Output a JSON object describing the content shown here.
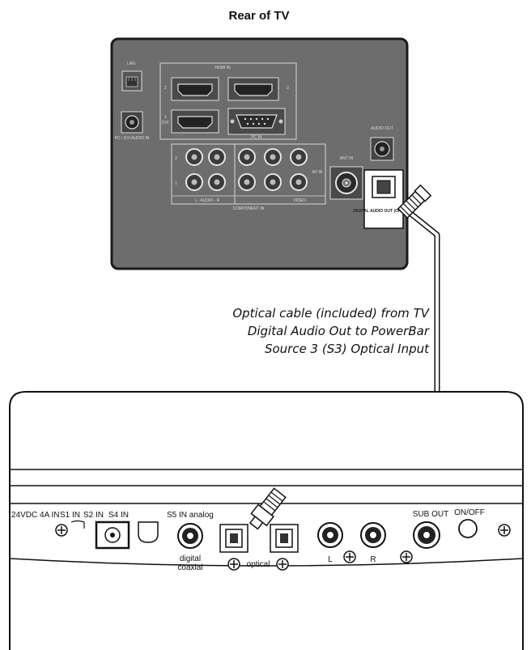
{
  "title": "Rear of TV",
  "tv_panel": {
    "lan": "LAN",
    "hdmi_in": "HDMI IN",
    "hdmi_port_1": "1",
    "hdmi_port_2": "2",
    "hdmi_port_3": "3",
    "dvi": "DVI",
    "pc_dvi_audio_in": "PC / DVI AUDIO IN",
    "pc_in": "PC IN",
    "audio_out": "AUDIO OUT",
    "ant_in": "ANT IN",
    "av_in": "AV IN",
    "row_2": "2",
    "row_1": "1",
    "audio_l_r": "L - AUDIO - R",
    "video_label": "VIDEO",
    "component_in": "COMPONENT IN",
    "digital_audio_out": "DIGITAL AUDIO OUT (OPTICAL)"
  },
  "caption": {
    "line1": "Optical cable (included) from TV",
    "line2": "Digital Audio Out to PowerBar",
    "line3": "Source 3 (S3) Optical Input"
  },
  "powerbar": {
    "power_input": "24VDC 4A IN",
    "s1_in": "S1 IN",
    "s2_in": "S2 IN",
    "s4_in": "S4 IN",
    "s5_in_analog": "S5 IN analog",
    "digital": "digital",
    "coaxial": "coaxial",
    "optical": "optical",
    "left": "L",
    "right": "R",
    "sub_out": "SUB OUT",
    "on_off": "ON/OFF"
  }
}
